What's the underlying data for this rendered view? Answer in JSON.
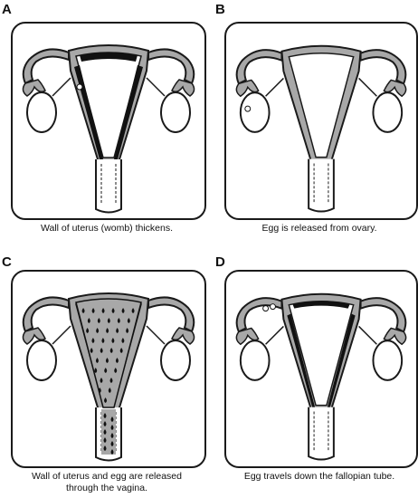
{
  "panels": [
    {
      "letter": "A",
      "caption": "Wall of uterus (womb) thickens."
    },
    {
      "letter": "B",
      "caption": "Egg is released from ovary."
    },
    {
      "letter": "C",
      "caption_line1": "Wall of uterus and egg are released",
      "caption_line2": "through the vagina."
    },
    {
      "letter": "D",
      "caption": "Egg travels down the fallopian tube."
    }
  ],
  "colors": {
    "tissue": "#a8a8a8",
    "outline": "#1a1a1a",
    "lining": "#111111"
  }
}
